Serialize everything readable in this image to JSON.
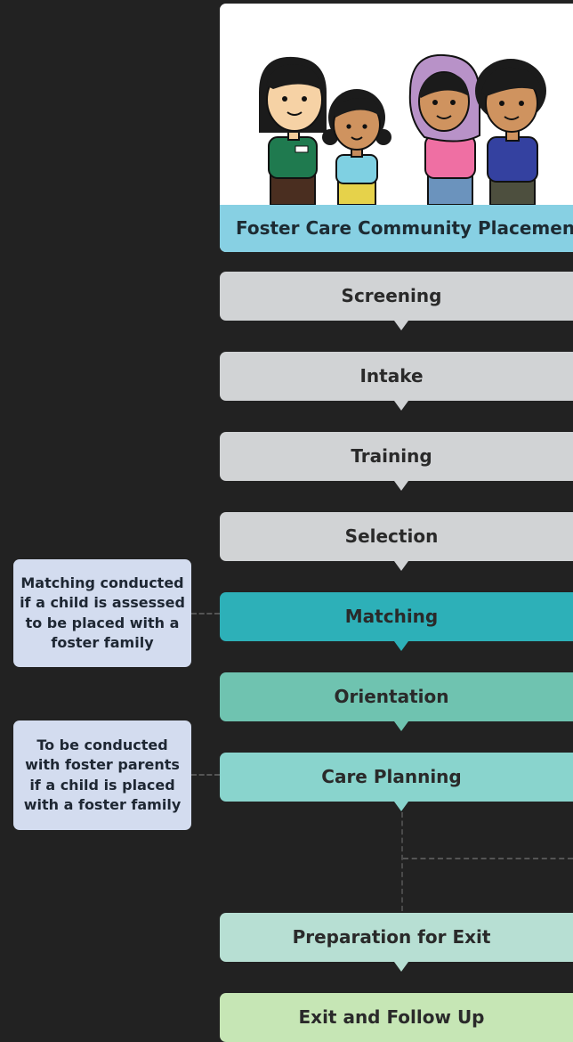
{
  "header": {
    "title": "Foster Care Community Placement"
  },
  "steps": [
    {
      "label": "Screening",
      "color": "#d1d3d5"
    },
    {
      "label": "Intake",
      "color": "#d1d3d5"
    },
    {
      "label": "Training",
      "color": "#d1d3d5"
    },
    {
      "label": "Selection",
      "color": "#d1d3d5"
    },
    {
      "label": "Matching",
      "color": "#2db0b8"
    },
    {
      "label": "Orientation",
      "color": "#6fc3b0"
    },
    {
      "label": "Care Planning",
      "color": "#89d4cd"
    },
    {
      "label": "Preparation for Exit",
      "color": "#b7dfd3"
    },
    {
      "label": "Exit and Follow Up",
      "color": "#c6e6b5"
    }
  ],
  "notes": [
    {
      "text": "Matching conducted if a child is assessed to be placed with a foster family"
    },
    {
      "text": "To be conducted with foster parents if a child is placed with a foster family"
    }
  ],
  "illustration": {
    "people": [
      "caseworker-figure",
      "girl-figure",
      "mother-figure",
      "father-figure"
    ]
  }
}
